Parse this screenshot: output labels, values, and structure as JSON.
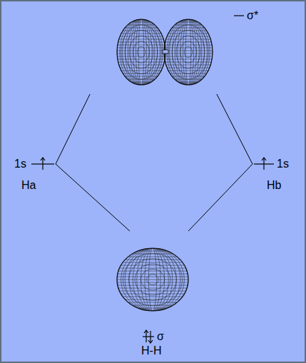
{
  "diagram": {
    "nodes": [
      {
        "text": [
          "1s",
          "Ha"
        ]
      },
      {
        "text": [
          "σ*"
        ]
      },
      {
        "text": [
          "1s",
          "Hb"
        ]
      },
      {
        "text": [
          "σ",
          "H-H"
        ]
      }
    ],
    "edges": [
      {
        "from": 0,
        "to": 1,
        "arrow": "none"
      },
      {
        "from": 0,
        "to": 3,
        "arrow": "none"
      },
      {
        "from": 2,
        "to": 1,
        "arrow": "none"
      },
      {
        "from": 2,
        "to": 3,
        "arrow": "none"
      }
    ]
  }
}
